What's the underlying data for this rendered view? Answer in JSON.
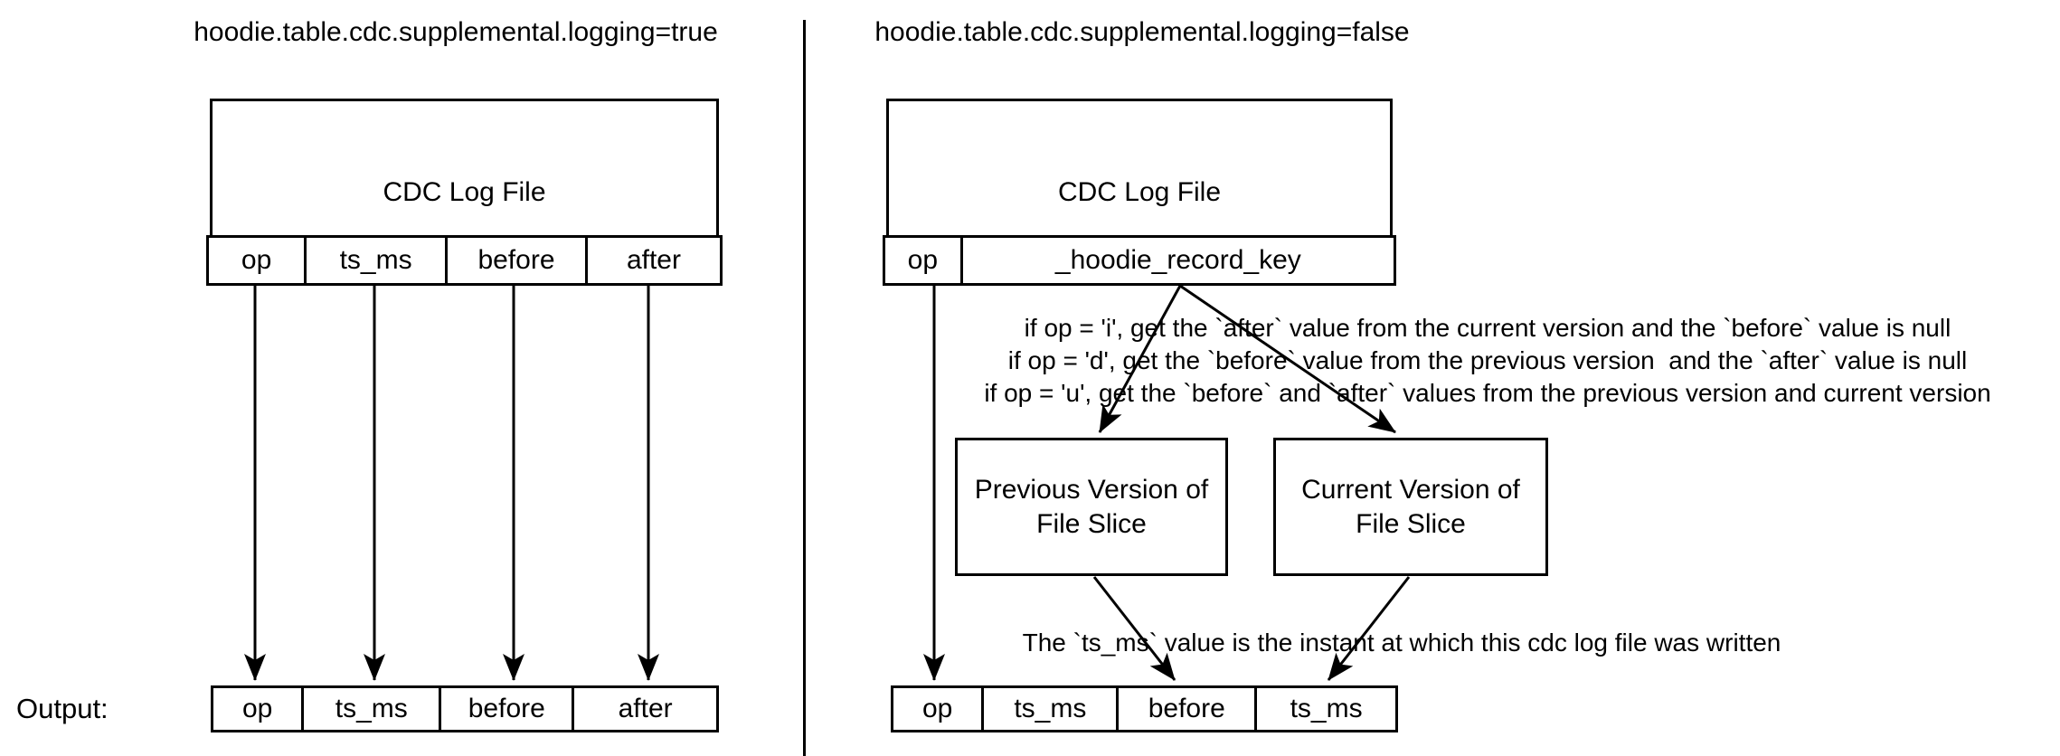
{
  "colors": {
    "ink": "#000000",
    "background": "#ffffff"
  },
  "left_panel": {
    "title": "hoodie.table.cdc.supplemental.logging=true",
    "log_file_box": {
      "label": "CDC Log File",
      "columns": [
        "op",
        "ts_ms",
        "before",
        "after"
      ]
    },
    "output_label": "Output:",
    "output_row": [
      "op",
      "ts_ms",
      "before",
      "after"
    ]
  },
  "right_panel": {
    "title": "hoodie.table.cdc.supplemental.logging=false",
    "log_file_box": {
      "label": "CDC Log File",
      "columns": [
        "op",
        "_hoodie_record_key"
      ]
    },
    "rules": [
      "if op = 'i', get the `after` value from the current version and the `before` value is null",
      "if op = 'd', get the `before` value from the previous version  and the `after` value is null",
      "if op = 'u', get the `before` and `after` values from the previous version and current version"
    ],
    "previous_version_box": {
      "line1": "Previous Version of",
      "line2": "File Slice"
    },
    "current_version_box": {
      "line1": "Current Version of",
      "line2": "File Slice"
    },
    "ts_note": "The `ts_ms` value is the instant at which this cdc log file was written",
    "output_row": [
      "op",
      "ts_ms",
      "before",
      "ts_ms"
    ]
  }
}
